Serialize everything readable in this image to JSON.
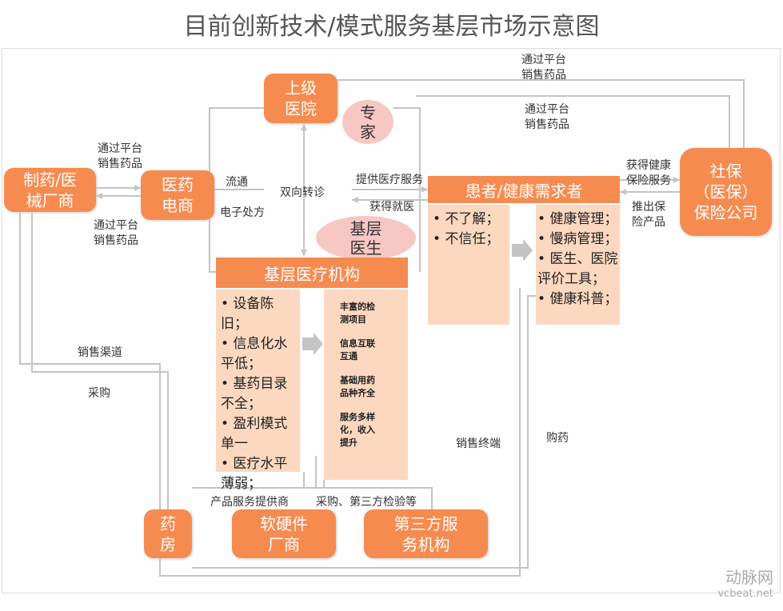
{
  "title": "目前创新技术/模式服务基层市场示意图",
  "nodes": {
    "superior_hospital": "上级\n医院",
    "expert": "专\n家",
    "manufacturer": "制药/医\n械厂商",
    "ecommerce": "医药\n电商",
    "patient": "患者/健康需求者",
    "insurance": "社保\n（医保）\n保险公司",
    "primary_doctor": "基层\n医生",
    "primary_institution": "基层医疗机构",
    "pharmacy": "药\n房",
    "hardware_software": "软硬件\n厂商",
    "third_party": "第三方服\n务机构"
  },
  "problems": [
    "• 设备陈旧；",
    "• 信息化水\n平低；",
    "• 基药目录\n不全；",
    "• 盈利模式\n单一",
    "• 医疗水平\n薄弱；"
  ],
  "improvements": [
    "丰富的检\n测项目",
    "信息互联\n互通",
    "基础用药\n品种齐全",
    "服务多样\n化，收入\n提升"
  ],
  "patient_problems": [
    "• 不了解；",
    "• 不信任；"
  ],
  "patient_solutions": [
    "• 健康管理；",
    "• 慢病管理；",
    "• 医生、医院\n评价工具；",
    "• 健康科普；"
  ],
  "labels": {
    "platform_sales_1": "通过平台\n销售药品",
    "platform_sales_2": "通过平台\n销售药品",
    "platform_sales_3": "通过平台\n销售药品",
    "platform_sales_4": "通过平台\n销售药品",
    "circulation": "流通",
    "e_prescription": "电子处方",
    "referral": "双向转诊",
    "provide_service": "提供医疗服务",
    "get_care": "获得就医",
    "get_insurance": "获得健康\n保险服务",
    "launch_insurance": "推出保\n险产品",
    "sales_channel": "销售渠道",
    "purchase": "采购",
    "sales_terminal": "销售终端",
    "buy_medicine": "购药",
    "product_provider": "产品服务提供商",
    "purchase_testing": "采购、第三方检验等"
  },
  "watermark": {
    "brand": "动脉网",
    "site": "vcbeat.net"
  }
}
